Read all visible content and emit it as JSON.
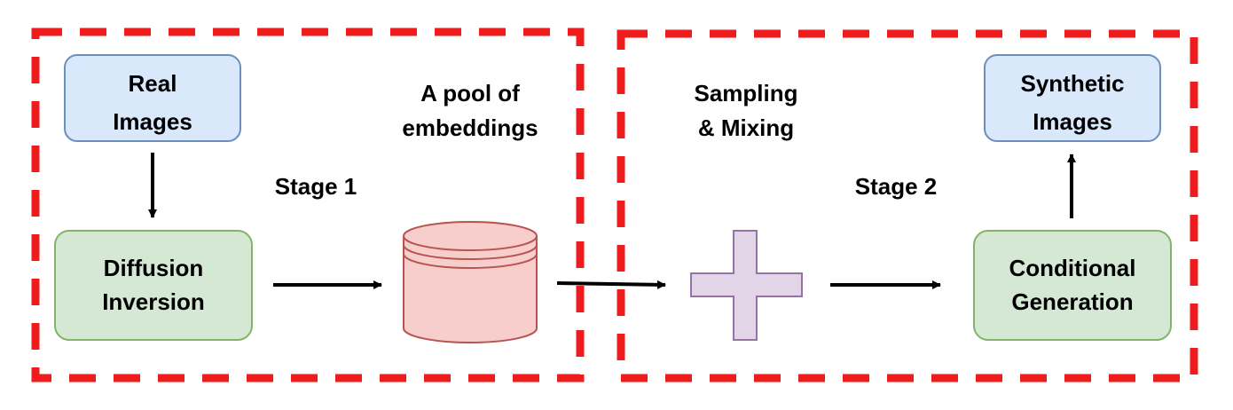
{
  "stages": {
    "stage1": {
      "label": "Stage 1"
    },
    "stage2": {
      "label": "Stage 2"
    }
  },
  "nodes": {
    "real_images": {
      "line1": "Real",
      "line2": "Images"
    },
    "diffusion_inversion": {
      "line1": "Diffusion",
      "line2": "Inversion"
    },
    "embedding_pool": {
      "line1": "A pool of",
      "line2": "embeddings"
    },
    "sampling_mixing": {
      "line1": "Sampling",
      "line2": "& Mixing"
    },
    "conditional_generation": {
      "line1": "Conditional",
      "line2": "Generation"
    },
    "synthetic_images": {
      "line1": "Synthetic",
      "line2": "Images"
    }
  },
  "colors": {
    "stage_border": "#ee1c1c",
    "blue_fill": "#dae8fc",
    "blue_stroke": "#6c8ebf",
    "green_fill": "#d5e8d4",
    "green_stroke": "#82b366",
    "pool_fill": "#f8cecc",
    "pool_stroke": "#b85450",
    "plus_fill": "#e1d5e7",
    "plus_stroke": "#9673a6"
  }
}
